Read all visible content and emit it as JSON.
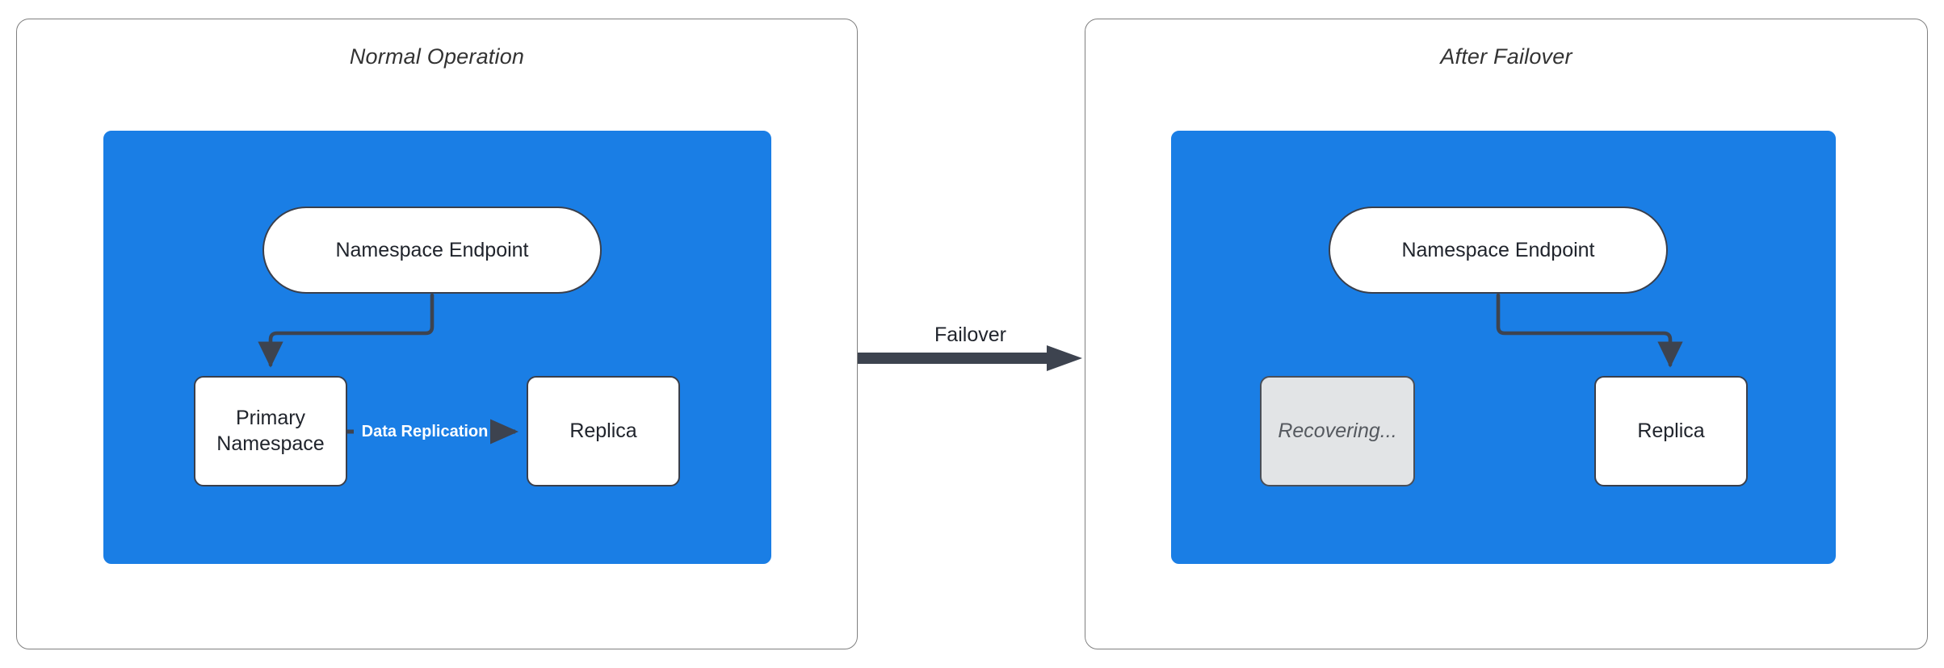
{
  "diagram": {
    "type": "architecture-failover-comparison",
    "background_color": "#ffffff",
    "accent_color": "#1a7ee5",
    "stroke_color": "#3a3f4b",
    "panels": [
      {
        "id": "normal",
        "title": "Normal Operation",
        "zone_color": "#1a7ee5",
        "nodes": [
          {
            "id": "endpoint-left",
            "label": "Namespace Endpoint",
            "shape": "pill",
            "fill": "#ffffff"
          },
          {
            "id": "primary",
            "label": "Primary\nNamespace",
            "label_line1": "Primary",
            "label_line2": "Namespace",
            "shape": "rounded-rect",
            "fill": "#ffffff"
          },
          {
            "id": "replica-left",
            "label": "Replica",
            "shape": "rounded-rect",
            "fill": "#ffffff"
          }
        ],
        "edges": [
          {
            "from": "endpoint-left",
            "to": "primary",
            "label": "",
            "style": "orthogonal-arrow"
          },
          {
            "from": "primary",
            "to": "replica-left",
            "label": "Data Replication",
            "style": "straight-arrow",
            "label_color": "#ffffff",
            "label_bold": true
          }
        ]
      },
      {
        "id": "failover",
        "title": "After Failover",
        "zone_color": "#1a7ee5",
        "nodes": [
          {
            "id": "endpoint-right",
            "label": "Namespace Endpoint",
            "shape": "pill",
            "fill": "#ffffff"
          },
          {
            "id": "recovering",
            "label": "Recovering...",
            "shape": "rounded-rect",
            "fill": "#e2e4e6",
            "state": "disabled",
            "italic": true
          },
          {
            "id": "replica-right",
            "label": "Replica",
            "shape": "rounded-rect",
            "fill": "#ffffff"
          }
        ],
        "edges": [
          {
            "from": "endpoint-right",
            "to": "replica-right",
            "label": "",
            "style": "orthogonal-arrow"
          }
        ]
      }
    ],
    "transition": {
      "label": "Failover",
      "style": "thick-arrow",
      "color": "#3d434f",
      "direction": "left-to-right"
    }
  }
}
